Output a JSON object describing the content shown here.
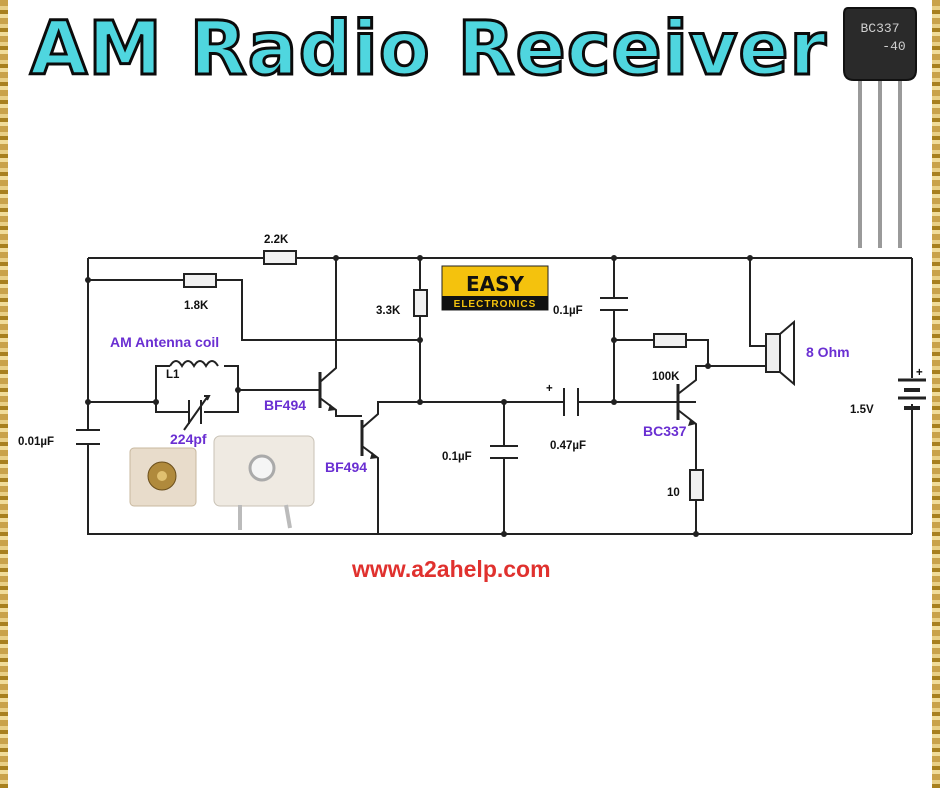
{
  "title": "AM Radio Receiver",
  "website": "www.a2ahelp.com",
  "logo": {
    "line1": "EASY",
    "line2": "ELECTRONICS"
  },
  "transistor_photo": {
    "line1": "BC337",
    "line2": "-40"
  },
  "components": {
    "r_2_2k": "2.2K",
    "r_1_8k": "1.8K",
    "r_3_3k": "3.3K",
    "r_100k": "100K",
    "r_10": "10",
    "c_001": "0.01µF",
    "c_01_top": "0.1µF",
    "c_01_mid": "0.1µF",
    "c_047": "0.47µF",
    "c_plus": "+",
    "cap_224": "224pf",
    "coil": "L1",
    "antenna_coil": "AM Antenna coil",
    "q1": "BF494",
    "q2": "BF494",
    "q3": "BC337",
    "speaker": "8 Ohm",
    "battery": "1.5V"
  }
}
